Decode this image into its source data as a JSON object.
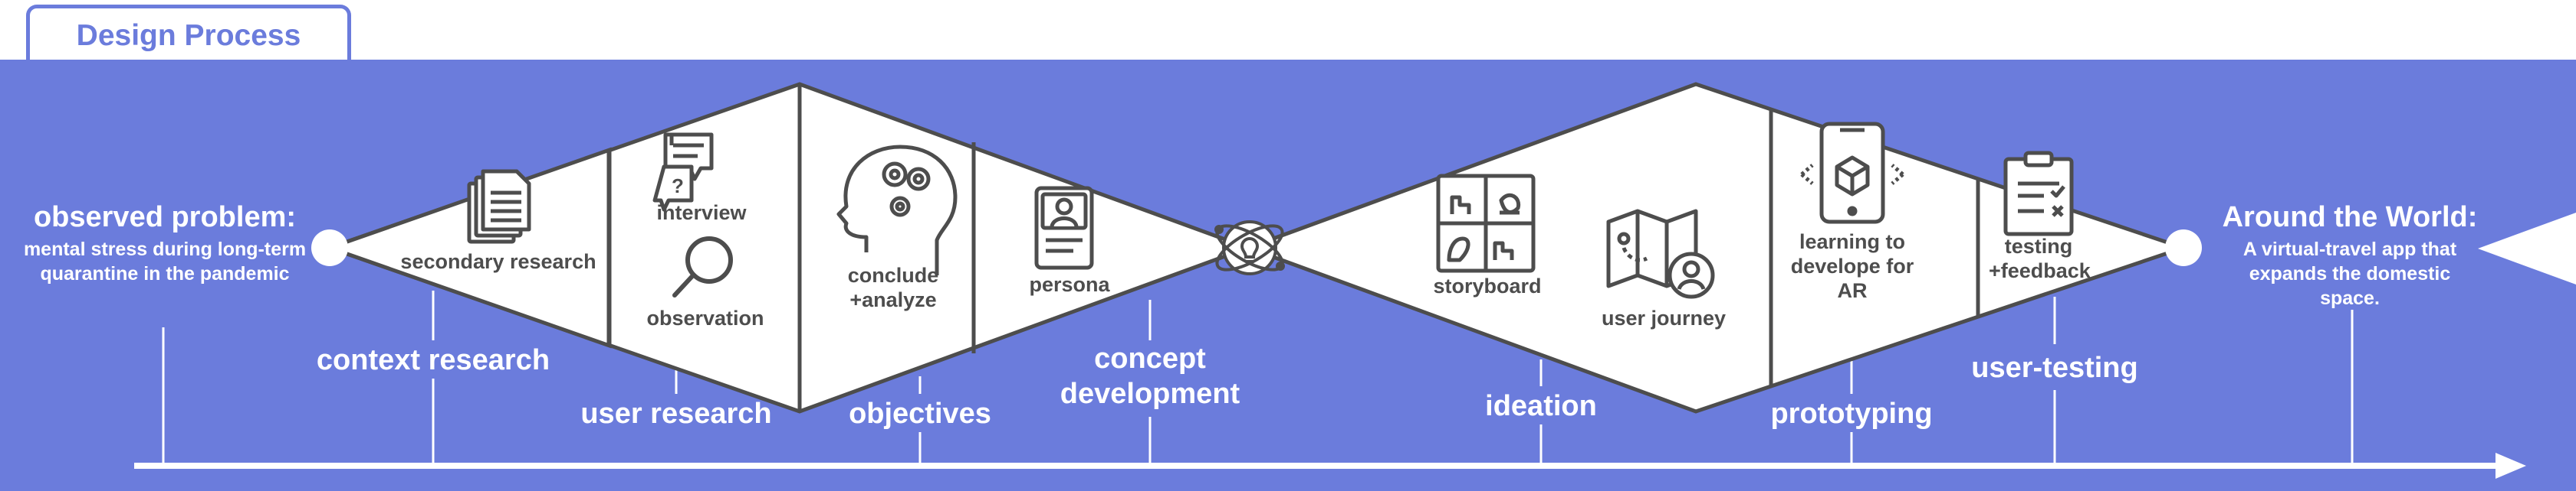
{
  "tab_title": "Design Process",
  "start": {
    "title": "observed problem:",
    "subtitle": "mental stress during long-term quarantine in the pandemic"
  },
  "end": {
    "title": "Around the World:",
    "subtitle": "A virtual-travel app that expands the domestic space."
  },
  "stages": {
    "context_research": "context research",
    "user_research": "user research",
    "objectives": "objectives",
    "concept_development": "concept development",
    "ideation": "ideation",
    "prototyping": "prototyping",
    "user_testing": "user-testing"
  },
  "activities": {
    "secondary_research": "secondary research",
    "interview": "interview",
    "observation": "observation",
    "conclude_analyze": "conclude +analyze",
    "persona": "persona",
    "storyboard": "storyboard",
    "user_journey": "user journey",
    "learning_ar": "learning to develope for AR",
    "testing_feedback": "testing +feedback"
  },
  "icons": {
    "secondary_research": "documents-icon",
    "interview": "speech-bubbles-icon",
    "observation": "magnifier-icon",
    "conclude_analyze": "head-gears-icon",
    "persona": "persona-card-icon",
    "concept": "lightbulb-orbit-icon",
    "storyboard": "storyboard-icon",
    "user_journey": "map-user-icon",
    "learning_ar": "phone-ar-icon",
    "testing_feedback": "clipboard-checklist-icon"
  },
  "colors": {
    "band": "#6b7cdc",
    "diamond_fill": "#ffffff",
    "outline": "#4d4d4d",
    "text_on_band": "#ffffff"
  }
}
